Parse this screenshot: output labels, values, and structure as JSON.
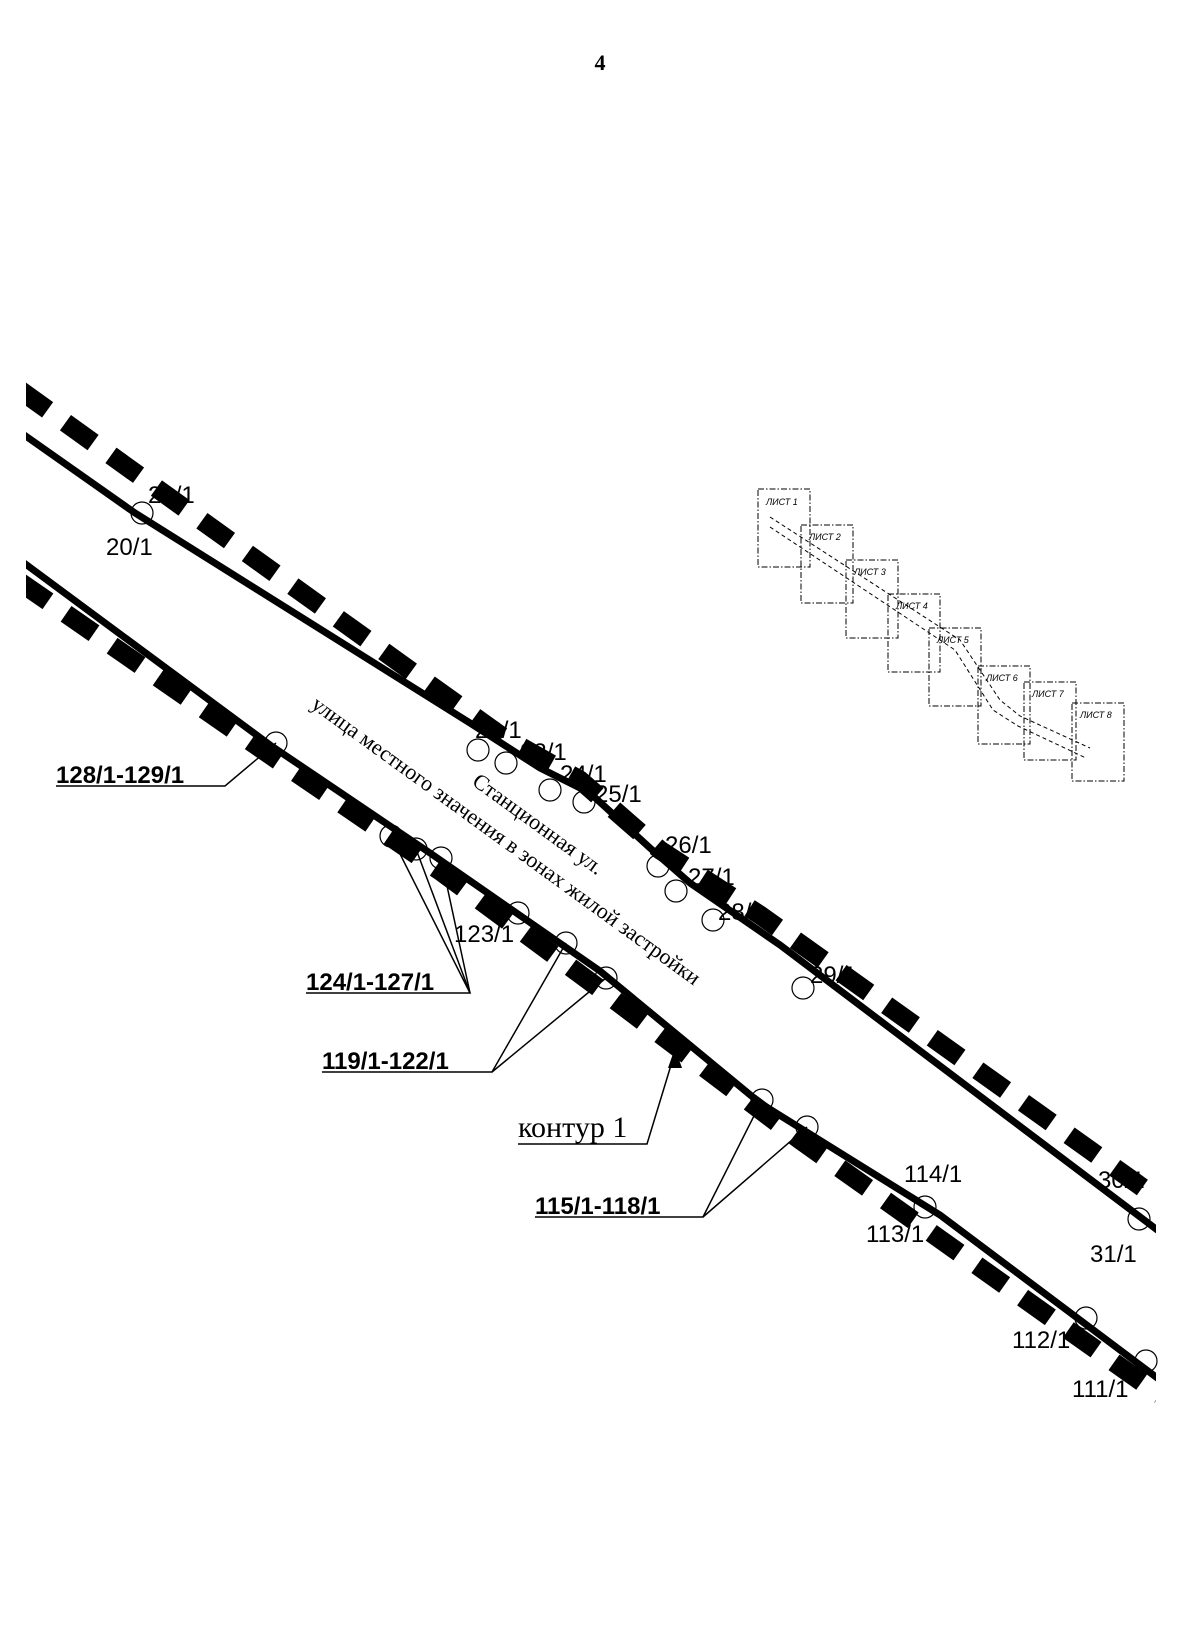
{
  "page": {
    "number": "4"
  },
  "street": {
    "name": "Станционная ул.",
    "category": "улица местного значения в зонах жилой застройки"
  },
  "contour": {
    "label": "контур 1"
  },
  "upper_points": [
    "20/1",
    "21/1",
    "22/1",
    "23/1",
    "24/1",
    "25/1",
    "26/1",
    "27/1",
    "28/1",
    "29/1",
    "30/1",
    "31/1"
  ],
  "lower_points": [
    "111/1",
    "112/1",
    "113/1",
    "114/1",
    "123/1"
  ],
  "callouts": [
    "128/1-129/1",
    "124/1-127/1",
    "119/1-122/1",
    "115/1-118/1"
  ],
  "key_map": {
    "sheets": [
      "ЛИСТ 1",
      "ЛИСТ 2",
      "ЛИСТ 3",
      "ЛИСТ 4",
      "ЛИСТ 5",
      "ЛИСТ 6",
      "ЛИСТ 7",
      "ЛИСТ 8"
    ]
  },
  "colors": {
    "ink": "#000000",
    "paper": "#ffffff"
  }
}
